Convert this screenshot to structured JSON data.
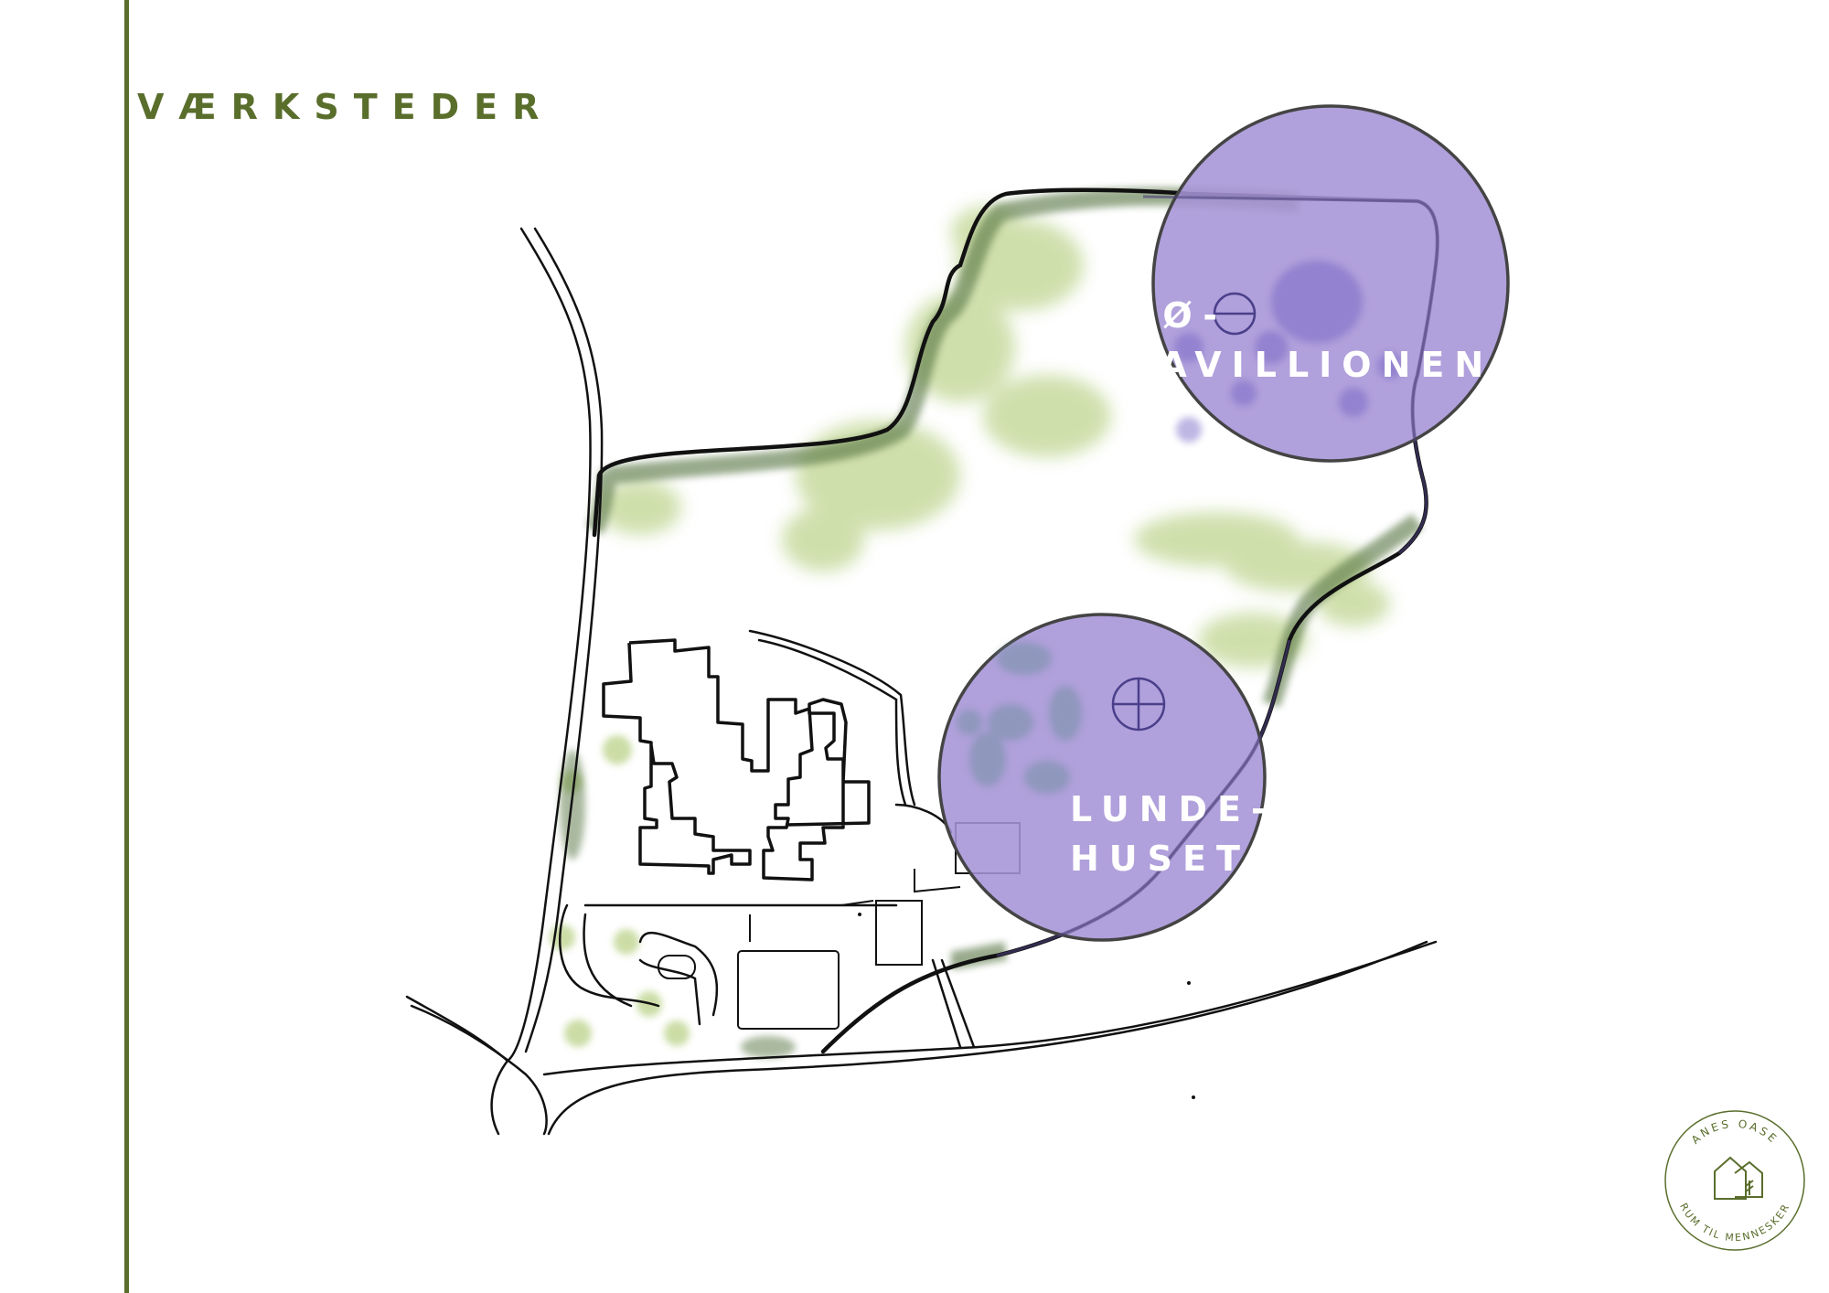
{
  "page": {
    "title": "VÆRKSTEDER"
  },
  "zones": [
    {
      "id": "soe-pavillionen",
      "label_lines": [
        "SØ-",
        "PAVILLIONEN"
      ],
      "color": "#a593d6"
    },
    {
      "id": "lunde-huset",
      "label_lines": [
        "LUNDE-",
        "HUSET"
      ],
      "color": "#a593d6"
    }
  ],
  "logo": {
    "text_top": "ANES OASE",
    "text_bottom": "RUM TIL MENNESKER",
    "color": "#5a6e2c"
  },
  "colors": {
    "accent": "#5a6e2c",
    "zone": "#a593d6",
    "greenery_light": "#a9c66a",
    "greenery_dark": "#55733f"
  }
}
